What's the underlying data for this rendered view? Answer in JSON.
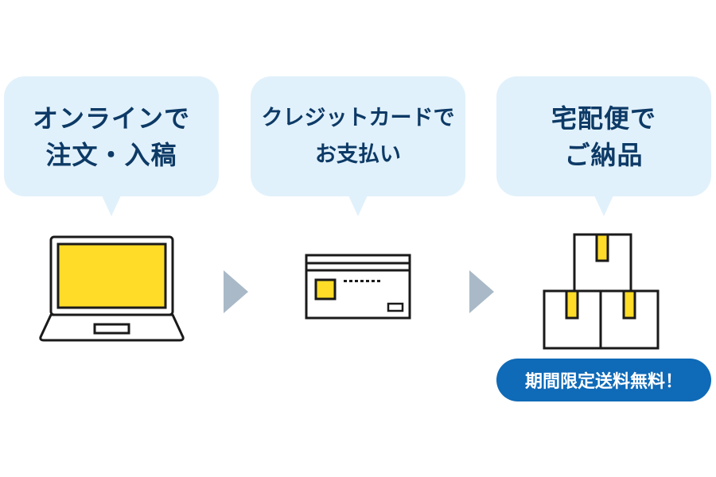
{
  "steps": [
    {
      "lines": [
        "オンラインで",
        "注文・入稿"
      ],
      "icon": "laptop-icon"
    },
    {
      "lines": [
        "クレジットカードで",
        "お支払い"
      ],
      "icon": "credit-card-icon"
    },
    {
      "lines": [
        "宅配便で",
        "ご納品"
      ],
      "icon": "stacked-boxes-icon"
    }
  ],
  "promo": {
    "label": "期間限定送料無料！"
  },
  "colors": {
    "bubble": "#e1f1fb",
    "bubble_text": "#0d3a66",
    "accent_yellow": "#ffdc28",
    "arrow": "#a9b9c7",
    "badge": "#0f6ab7"
  }
}
